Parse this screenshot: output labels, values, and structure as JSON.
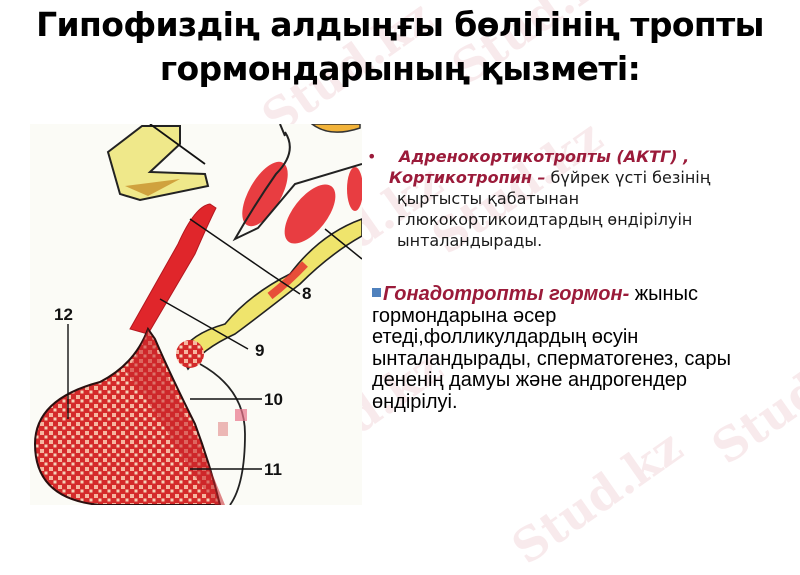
{
  "slide": {
    "title": {
      "line1": "Гипофиздің алдыңғы бөлігінің тропты",
      "line2": "гормондарының қызметі:"
    },
    "watermark": "Stud.kz",
    "diagram": {
      "description": "Pituitary gland anatomical illustration",
      "labels": [
        "8",
        "9",
        "10",
        "11",
        "12"
      ]
    },
    "bullets": [
      {
        "marker": "•",
        "heading_line1": "Адренокортикотропты (АКТГ) ,",
        "heading_line2": "Кортикотропин –",
        "text_inline": " бүйрек үсті безінің",
        "text_lines": [
          "қыртысты қабатынан",
          "глюкокортикоидтардың өндірілуін",
          "ынталандырады."
        ]
      },
      {
        "marker": "square",
        "heading": "Гонадотропты гормон-",
        "text_inline": " жыныс",
        "text_lines": [
          "гормондарына әсер",
          "етеді,фолликулдардың өсуін",
          "ынталандырады, сперматогенез, сары",
          "дененің дамуы және андрогендер",
          "өндірілуі."
        ]
      }
    ],
    "colors": {
      "accent": "#9b1b3a",
      "square_bullet": "#4f81bd",
      "text": "#000000",
      "diagram_red": "#d8262e",
      "diagram_yellow": "#eee27a"
    }
  }
}
